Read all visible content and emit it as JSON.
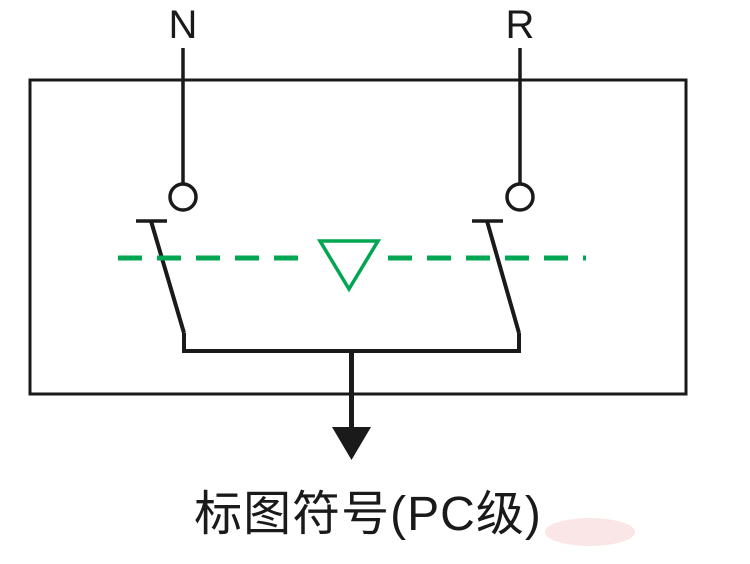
{
  "diagram": {
    "type": "transfer-switch-schematic",
    "left_terminal_label": "N",
    "right_terminal_label": "R",
    "caption": "标图符号(PC级)"
  },
  "colors": {
    "line": "#1a1a1a",
    "green": "#00a651",
    "background": "#ffffff",
    "smudge": "#f3c6ca"
  }
}
